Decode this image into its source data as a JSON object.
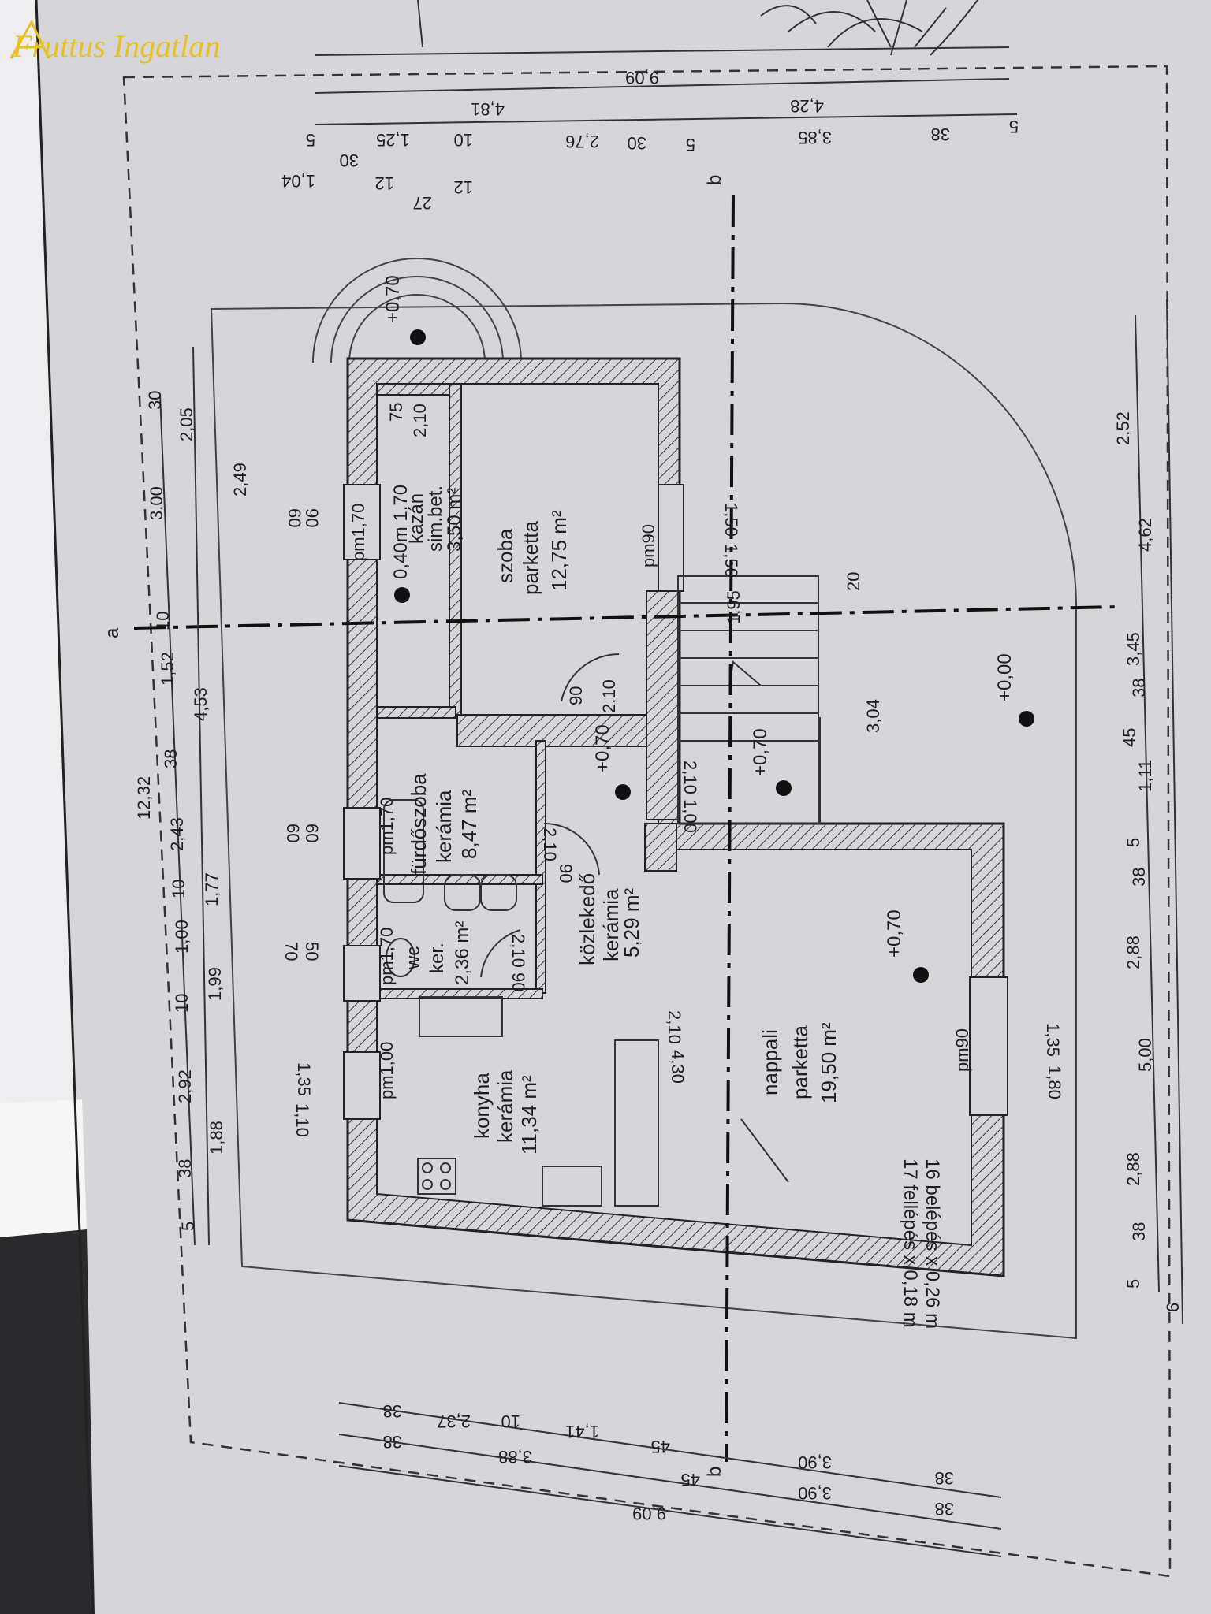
{
  "logo": {
    "text": "Fruttus Ingatlan",
    "color": "#e8c020"
  },
  "section_marks": {
    "a": "a",
    "b_top": "b",
    "b_bottom": "b"
  },
  "rooms": {
    "kazan": {
      "line1": "0,40m 1,70",
      "name": "kazán",
      "floor": "sim.bet.",
      "area": "3,50 m²"
    },
    "szoba": {
      "name": "szoba",
      "floor": "parketta",
      "area": "12,75 m²"
    },
    "furdo": {
      "name": "fürdőszoba",
      "floor": "kerámia",
      "area": "8,47 m²"
    },
    "wc": {
      "name": "wc",
      "floor": "ker.",
      "area": "2,36 m²"
    },
    "kozl": {
      "name": "közlekedő",
      "floor": "kerámia",
      "area": "5,29 m²"
    },
    "konyha": {
      "name": "konyha",
      "floor": "kerámia",
      "area": "11,34 m²"
    },
    "nappali": {
      "name": "nappali",
      "floor": "parketta",
      "area": "19,50 m²"
    }
  },
  "levels": {
    "top": "+0,70",
    "kozl": "+0,70",
    "stair": "+0,70",
    "nappali": "+0,70",
    "yard": "+0,00"
  },
  "stairs": {
    "line1": "16 belépés x 0,26 m",
    "line2": "17 fellépés x 0,18 m"
  },
  "windows": {
    "w1": "pm1,00",
    "w2": "pm1,70",
    "w3": "pm1,70",
    "w4": "pm90",
    "w5": "pm90",
    "w6": "pm1,70"
  },
  "openings": [
    "2,10",
    "75",
    "90",
    "2,10",
    "2,10",
    "90",
    "2,10",
    "90",
    "2,10",
    "4,30",
    "1,00",
    "2,10",
    "1,35",
    "1,80",
    "3,04",
    "1,95",
    "1,50",
    "1,50",
    "20",
    "1,35",
    "1,10",
    "60",
    "90",
    "60",
    "60",
    "70",
    "50"
  ],
  "dims_top": {
    "total": "12,32",
    "row1": [
      "30",
      "3,00",
      "10",
      "1,52",
      "38",
      "2,43",
      "10",
      "1,00",
      "10",
      "2,92",
      "38",
      "5"
    ],
    "row2": [
      "2,05",
      "2,49",
      "4,53",
      "1,77",
      "1,99",
      "1,88"
    ]
  },
  "dims_bottom": [
    "2,52",
    "4,62",
    "3,45",
    "38",
    "1,11",
    "45",
    "5",
    "38",
    "2,88",
    "5,00",
    "2,88",
    "38",
    "5",
    "6"
  ],
  "dims_right_top": [
    "9,09",
    "4,81",
    "4,28",
    "1,25",
    "10",
    "2,76",
    "30",
    "5",
    "3,85",
    "38",
    "5",
    "5",
    "1,04",
    "30",
    "12",
    "27",
    "12"
  ],
  "dims_left_bottom": [
    "9,09",
    "3,90",
    "3,90",
    "3,88",
    "1,41",
    "2,37",
    "10",
    "38",
    "38",
    "45",
    "45",
    "38",
    "38"
  ]
}
